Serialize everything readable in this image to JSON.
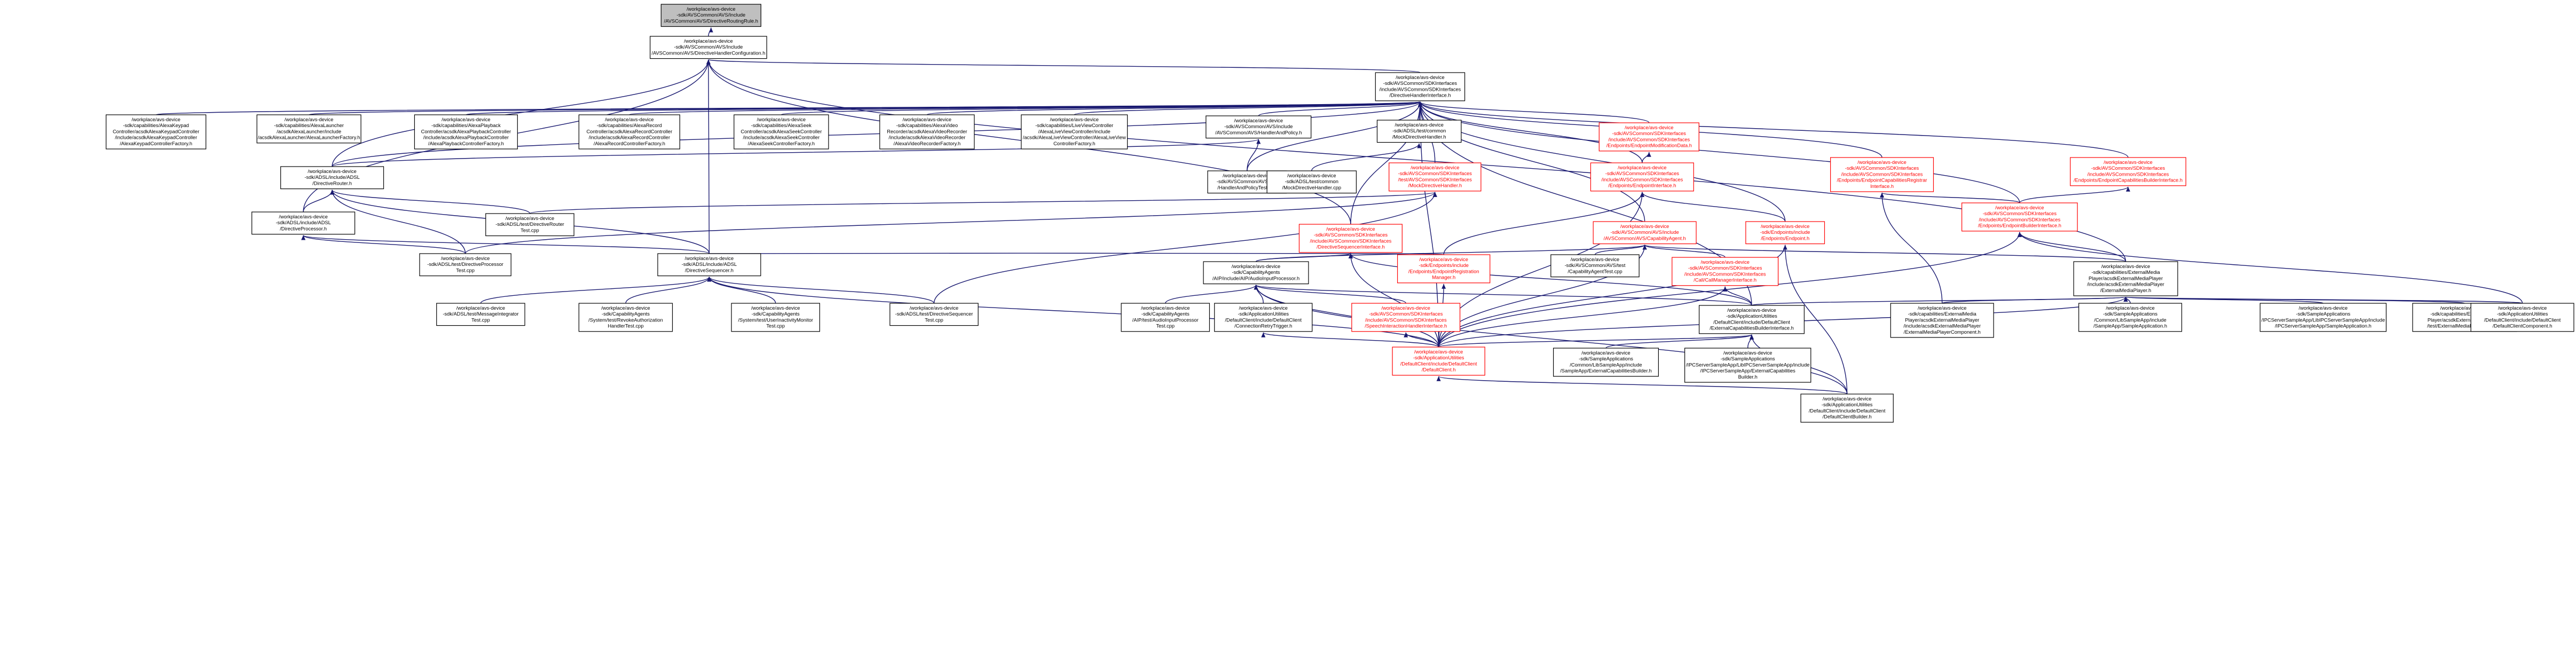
{
  "nodes": [
    {
      "id": "root",
      "lines": [
        "/workplace/avs-device",
        "-sdk/AVSCommon/AVS/Include",
        "/AVSCommon/AVS/DirectiveRoutingRule.h"
      ],
      "style": "gray"
    },
    {
      "id": "dhc",
      "lines": [
        "/workplace/avs-device",
        "-sdk/AVSCommon/AVS/Include",
        "/AVSCommon/AVS/DirectiveHandlerConfiguration.h"
      ],
      "style": "normal"
    },
    {
      "id": "dhi",
      "lines": [
        "/workplace/avs-device",
        "-sdk/AVSCommon/SDKInterfaces",
        "/include/AVSCommon/SDKInterfaces",
        "/DirectiveHandlerInterface.h"
      ],
      "style": "normal"
    },
    {
      "id": "keypad",
      "lines": [
        "/workplace/avs-device",
        "-sdk/capabilities/AlexaKeypad",
        "Controller/acsdkAlexaKeypadController",
        "/include/acsdkAlexaKeypadController",
        "/AlexaKeypadControllerFactory.h"
      ],
      "style": "normal"
    },
    {
      "id": "launcher",
      "lines": [
        "/workplace/avs-device",
        "-sdk/capabilities/AlexaLauncher",
        "/acsdkAlexaLauncher/include",
        "/acsdkAlexaLauncher/AlexaLauncherFactory.h"
      ],
      "style": "normal"
    },
    {
      "id": "playback",
      "lines": [
        "/workplace/avs-device",
        "-sdk/capabilities/AlexaPlayback",
        "Controller/acsdkAlexaPlaybackController",
        "/include/acsdkAlexaPlaybackController",
        "/AlexaPlaybackControllerFactory.h"
      ],
      "style": "normal"
    },
    {
      "id": "record",
      "lines": [
        "/workplace/avs-device",
        "-sdk/capabilities/AlexaRecord",
        "Controller/acsdkAlexaRecordController",
        "/include/acsdkAlexaRecordController",
        "/AlexaRecordControllerFactory.h"
      ],
      "style": "normal"
    },
    {
      "id": "seek",
      "lines": [
        "/workplace/avs-device",
        "-sdk/capabilities/AlexaSeek",
        "Controller/acsdkAlexaSeekController",
        "/include/acsdkAlexaSeekController",
        "/AlexaSeekControllerFactory.h"
      ],
      "style": "normal"
    },
    {
      "id": "videorec",
      "lines": [
        "/workplace/avs-device",
        "-sdk/capabilities/AlexaVideo",
        "Recorder/acsdkAlexaVideoRecorder",
        "/include/acsdkAlexaVideoRecorder",
        "/AlexaVideoRecorderFactory.h"
      ],
      "style": "normal"
    },
    {
      "id": "liveview",
      "lines": [
        "/workplace/avs-device",
        "-sdk/capabilities/LiveViewController",
        "/AlexaLiveViewController/include",
        "/acsdk/AlexaLiveViewController/AlexaLiveView",
        "ControllerFactory.h"
      ],
      "style": "normal"
    },
    {
      "id": "handlerpolicy",
      "lines": [
        "/workplace/avs-device",
        "-sdk/AVSCommon/AVS/include",
        "/AVSCommon/AVS/HandlerAndPolicy.h"
      ],
      "style": "normal"
    },
    {
      "id": "mockdh",
      "lines": [
        "/workplace/avs-device",
        "-sdk/ADSL/test/common",
        "/MockDirectiveHandler.h"
      ],
      "style": "normal"
    },
    {
      "id": "endpointmod",
      "lines": [
        "/workplace/avs-device",
        "-sdk/AVSCommon/SDKInterfaces",
        "/include/AVSCommon/SDKInterfaces",
        "/Endpoints/EndpointModificationData.h"
      ],
      "style": "red"
    },
    {
      "id": "endpointcapreg",
      "lines": [
        "/workplace/avs-device",
        "-sdk/AVSCommon/SDKInterfaces",
        "/include/AVSCommon/SDKInterfaces",
        "/Endpoints/EndpointCapabilitiesRegistrar",
        "Interface.h"
      ],
      "style": "red"
    },
    {
      "id": "endpointcapbuilder",
      "lines": [
        "/workplace/avs-device",
        "-sdk/AVSCommon/SDKInterfaces",
        "/include/AVSCommon/SDKInterfaces",
        "/Endpoints/EndpointCapabilitiesBuilderInterface.h"
      ],
      "style": "red"
    },
    {
      "id": "directiverouter",
      "lines": [
        "/workplace/avs-device",
        "-sdk/ADSL/include/ADSL",
        "/DirectiveRouter.h"
      ],
      "style": "normal"
    },
    {
      "id": "hptest",
      "lines": [
        "/workplace/avs-device",
        "-sdk/AVSCommon/AVS/test",
        "/HandlerAndPolicyTest.cpp"
      ],
      "style": "normal"
    },
    {
      "id": "mockdhcpp",
      "lines": [
        "/workplace/avs-device",
        "-sdk/ADSL/test/common",
        "/MockDirectiveHandler.cpp"
      ],
      "style": "normal"
    },
    {
      "id": "mockdhi",
      "lines": [
        "/workplace/avs-device",
        "-sdk/AVSCommon/SDKInterfaces",
        "/test/AVSCommon/SDKInterfaces",
        "/MockDirectiveHandler.h"
      ],
      "style": "red"
    },
    {
      "id": "endpointiface",
      "lines": [
        "/workplace/avs-device",
        "-sdk/AVSCommon/SDKInterfaces",
        "/include/AVSCommon/SDKInterfaces",
        "/Endpoints/EndpointInterface.h"
      ],
      "style": "red"
    },
    {
      "id": "endpointbuilder",
      "lines": [
        "/workplace/avs-device",
        "-sdk/AVSCommon/SDKInterfaces",
        "/include/AVSCommon/SDKInterfaces",
        "/Endpoints/EndpointBuilderInterface.h"
      ],
      "style": "red"
    },
    {
      "id": "routertest",
      "lines": [
        "/workplace/avs-device",
        "-sdk/ADSL/test/DirectiveRouter",
        "Test.cpp"
      ],
      "style": "normal"
    },
    {
      "id": "dirproc",
      "lines": [
        "/workplace/avs-device",
        "-sdk/ADSL/include/ADSL",
        "/DirectiveProcessor.h"
      ],
      "style": "normal"
    },
    {
      "id": "dsi",
      "lines": [
        "/workplace/avs-device",
        "-sdk/AVSCommon/SDKInterfaces",
        "/include/AVSCommon/SDKInterfaces",
        "/DirectiveSequencerInterface.h"
      ],
      "style": "red"
    },
    {
      "id": "capagent",
      "lines": [
        "/workplace/avs-device",
        "-sdk/AVSCommon/AVS/include",
        "/AVSCommon/AVS/CapabilityAgent.h"
      ],
      "style": "red"
    },
    {
      "id": "endpointh",
      "lines": [
        "/workplace/avs-device",
        "-sdk/Endpoints/include",
        "/Endpoints/Endpoint.h"
      ],
      "style": "red"
    },
    {
      "id": "procTest",
      "lines": [
        "/workplace/avs-device",
        "-sdk/ADSL/test/DirectiveProcessor",
        "Test.cpp"
      ],
      "style": "normal"
    },
    {
      "id": "sequencer",
      "lines": [
        "/workplace/avs-device",
        "-sdk/ADSL/include/ADSL",
        "/DirectiveSequencer.h"
      ],
      "style": "normal"
    },
    {
      "id": "aip",
      "lines": [
        "/workplace/avs-device",
        "-sdk/CapabilityAgents",
        "/AIP/include/AIP/AudioInputProcessor.h"
      ],
      "style": "normal"
    },
    {
      "id": "epreg",
      "lines": [
        "/workplace/avs-device",
        "-sdk/Endpoints/include",
        "/Endpoints/EndpointRegistration",
        "Manager.h"
      ],
      "style": "red"
    },
    {
      "id": "catest",
      "lines": [
        "/workplace/avs-device",
        "-sdk/AVSCommon/AVS/test",
        "/CapabilityAgentTest.cpp"
      ],
      "style": "normal"
    },
    {
      "id": "callmgr",
      "lines": [
        "/workplace/avs-device",
        "-sdk/AVSCommon/SDKInterfaces",
        "/include/AVSCommon/SDKInterfaces",
        "/Call/CallManagerInterface.h"
      ],
      "style": "red"
    },
    {
      "id": "extmedia",
      "lines": [
        "/workplace/avs-device",
        "-sdk/capabilities/ExternalMedia",
        "Player/acsdkExternalMediaPlayer",
        "/include/acsdkExternalMediaPlayer",
        "/ExternalMediaPlayer.h"
      ],
      "style": "normal"
    },
    {
      "id": "msginteg",
      "lines": [
        "/workplace/avs-device",
        "-sdk/ADSL/test/MessageIntegrator",
        "Test.cpp"
      ],
      "style": "normal"
    },
    {
      "id": "revoke",
      "lines": [
        "/workplace/avs-device",
        "-sdk/CapabilityAgents",
        "/System/test/RevokeAuthorization",
        "HandlerTest.cpp"
      ],
      "style": "normal"
    },
    {
      "id": "usermon",
      "lines": [
        "/workplace/avs-device",
        "-sdk/CapabilityAgents",
        "/System/test/UserInactivityMonitor",
        "Test.cpp"
      ],
      "style": "normal"
    },
    {
      "id": "seqtest",
      "lines": [
        "/workplace/avs-device",
        "-sdk/ADSL/test/DirectiveSequencer",
        "Test.cpp"
      ],
      "style": "normal"
    },
    {
      "id": "aiptest",
      "lines": [
        "/workplace/avs-device",
        "-sdk/CapabilityAgents",
        "/AIP/test/AudioInputProcessor",
        "Test.cpp"
      ],
      "style": "normal"
    },
    {
      "id": "connretry",
      "lines": [
        "/workplace/avs-device",
        "-sdk/ApplicationUtilities",
        "/DefaultClient/include/DefaultClient",
        "/ConnectionRetryTrigger.h"
      ],
      "style": "normal"
    },
    {
      "id": "speechint",
      "lines": [
        "/workplace/avs-device",
        "-sdk/AVSCommon/SDKInterfaces",
        "/include/AVSCommon/SDKInterfaces",
        "/SpeechInteractionHandlerInterface.h"
      ],
      "style": "red"
    },
    {
      "id": "extcapbuilder",
      "lines": [
        "/workplace/avs-device",
        "-sdk/ApplicationUtilities",
        "/DefaultClient/include/DefaultClient",
        "/ExternalCapabilitiesBuilderInterface.h"
      ],
      "style": "normal"
    },
    {
      "id": "emcomp",
      "lines": [
        "/workplace/avs-device",
        "-sdk/capabilities/ExternalMedia",
        "Player/acsdkExternalMediaPlayer",
        "/include/acsdkExternalMediaPlayer",
        "/ExternalMediaPlayerComponent.h"
      ],
      "style": "normal"
    },
    {
      "id": "sampleapp",
      "lines": [
        "/workplace/avs-device",
        "-sdk/SampleApplications",
        "/Common/LibSampleApp/include",
        "/SampleApp/SampleApplication.h"
      ],
      "style": "normal"
    },
    {
      "id": "ipcsample",
      "lines": [
        "/workplace/avs-device",
        "-sdk/SampleApplications",
        "/IPCServerSampleApp/LibIPCServerSampleApp/include",
        "/IPCServerSampleApp/SampleApplication.h"
      ],
      "style": "normal"
    },
    {
      "id": "emtest",
      "lines": [
        "/workplace/avs-device",
        "-sdk/capabilities/ExternalMedia",
        "Player/acsdkExternalMediaPlayer",
        "/test/ExternalMediaPlayerTest.cpp"
      ],
      "style": "normal"
    },
    {
      "id": "dccomp",
      "lines": [
        "/workplace/avs-device",
        "-sdk/ApplicationUtilities",
        "/DefaultClient/include/DefaultClient",
        "/DefaultClientComponent.h"
      ],
      "style": "normal"
    },
    {
      "id": "defclient",
      "lines": [
        "/workplace/avs-device",
        "-sdk/ApplicationUtilities",
        "/DefaultClient/include/DefaultClient",
        "/DefaultClient.h"
      ],
      "style": "red"
    },
    {
      "id": "extcaplib",
      "lines": [
        "/workplace/avs-device",
        "-sdk/SampleApplications",
        "/Common/LibSampleApp/include",
        "/SampleApp/ExternalCapabilitiesBuilder.h"
      ],
      "style": "normal"
    },
    {
      "id": "extcapipc",
      "lines": [
        "/workplace/avs-device",
        "-sdk/SampleApplications",
        "/IPCServerSampleApp/LibIPCServerSampleApp/include",
        "/IPCServerSampleApp/ExternalCapabilities",
        "Builder.h"
      ],
      "style": "normal"
    },
    {
      "id": "dcbuilder",
      "lines": [
        "/workplace/avs-device",
        "-sdk/ApplicationUtilities",
        "/DefaultClient/include/DefaultClient",
        "/DefaultClientBuilder.h"
      ],
      "style": "normal"
    }
  ],
  "edges": [
    [
      "dhc",
      "root"
    ],
    [
      "dhi",
      "dhc"
    ],
    [
      "directiverouter",
      "dhc"
    ],
    [
      "dirproc",
      "dhc"
    ],
    [
      "dsi",
      "dhc"
    ],
    [
      "extmedia",
      "dhc"
    ],
    [
      "sequencer",
      "dhc"
    ],
    [
      "keypad",
      "dhi"
    ],
    [
      "launcher",
      "dhi"
    ],
    [
      "playback",
      "dhi"
    ],
    [
      "record",
      "dhi"
    ],
    [
      "seek",
      "dhi"
    ],
    [
      "videorec",
      "dhi"
    ],
    [
      "liveview",
      "dhi"
    ],
    [
      "handlerpolicy",
      "dhi"
    ],
    [
      "mockdh",
      "dhi"
    ],
    [
      "endpointmod",
      "dhi"
    ],
    [
      "endpointcapreg",
      "dhi"
    ],
    [
      "endpointcapbuilder",
      "dhi"
    ],
    [
      "directiverouter",
      "dhi"
    ],
    [
      "hptest",
      "dhi"
    ],
    [
      "mockdhi",
      "dhi"
    ],
    [
      "endpointiface",
      "dhi"
    ],
    [
      "endpointbuilder",
      "dhi"
    ],
    [
      "dsi",
      "dhi"
    ],
    [
      "capagent",
      "dhi"
    ],
    [
      "endpointh",
      "dhi"
    ],
    [
      "extcapbuilder",
      "dhi"
    ],
    [
      "defclient",
      "dhi"
    ],
    [
      "directiverouter",
      "handlerpolicy"
    ],
    [
      "hptest",
      "handlerpolicy"
    ],
    [
      "mockdhcpp",
      "mockdh"
    ],
    [
      "routertest",
      "mockdhi"
    ],
    [
      "seqtest",
      "mockdhi"
    ],
    [
      "procTest",
      "mockdhi"
    ],
    [
      "endpointiface",
      "endpointmod"
    ],
    [
      "endpointbuilder",
      "endpointcapreg"
    ],
    [
      "emcomp",
      "endpointcapreg"
    ],
    [
      "endpointbuilder",
      "endpointcapbuilder"
    ],
    [
      "endpointh",
      "endpointiface"
    ],
    [
      "epreg",
      "endpointiface"
    ],
    [
      "defclient",
      "endpointiface"
    ],
    [
      "dirproc",
      "directiverouter"
    ],
    [
      "routertest",
      "directiverouter"
    ],
    [
      "procTest",
      "directiverouter"
    ],
    [
      "sequencer",
      "directiverouter"
    ],
    [
      "procTest",
      "dirproc"
    ],
    [
      "sequencer",
      "dirproc"
    ],
    [
      "sequencer",
      "dsi"
    ],
    [
      "epreg",
      "dsi"
    ],
    [
      "extcapbuilder",
      "dsi"
    ],
    [
      "aip",
      "dsi"
    ],
    [
      "defclient",
      "dsi"
    ],
    [
      "catest",
      "capagent"
    ],
    [
      "callmgr",
      "capagent"
    ],
    [
      "extmedia",
      "capagent"
    ],
    [
      "aip",
      "capagent"
    ],
    [
      "defclient",
      "capagent"
    ],
    [
      "defclient",
      "endpointh"
    ],
    [
      "dcbuilder",
      "endpointh"
    ],
    [
      "extmedia",
      "endpointbuilder"
    ],
    [
      "dccomp",
      "endpointbuilder"
    ],
    [
      "defclient",
      "endpointbuilder"
    ],
    [
      "msginteg",
      "sequencer"
    ],
    [
      "revoke",
      "sequencer"
    ],
    [
      "usermon",
      "sequencer"
    ],
    [
      "seqtest",
      "sequencer"
    ],
    [
      "defclient",
      "sequencer"
    ],
    [
      "aiptest",
      "aip"
    ],
    [
      "connretry",
      "aip"
    ],
    [
      "speechint",
      "aip"
    ],
    [
      "extcapbuilder",
      "aip"
    ],
    [
      "defclient",
      "aip"
    ],
    [
      "dcbuilder",
      "aip"
    ],
    [
      "defclient",
      "epreg"
    ],
    [
      "defclient",
      "callmgr"
    ],
    [
      "extcapbuilder",
      "callmgr"
    ],
    [
      "emcomp",
      "extmedia"
    ],
    [
      "sampleapp",
      "extmedia"
    ],
    [
      "ipcsample",
      "extmedia"
    ],
    [
      "emtest",
      "extmedia"
    ],
    [
      "dccomp",
      "extmedia"
    ],
    [
      "extcapbuilder",
      "extmedia"
    ],
    [
      "defclient",
      "extmedia"
    ],
    [
      "defclient",
      "connretry"
    ],
    [
      "defclient",
      "speechint"
    ],
    [
      "extcaplib",
      "extcapbuilder"
    ],
    [
      "extcapipc",
      "extcapbuilder"
    ],
    [
      "defclient",
      "extcapbuilder"
    ],
    [
      "dcbuilder",
      "extcapbuilder"
    ],
    [
      "dcbuilder",
      "defclient"
    ]
  ]
}
